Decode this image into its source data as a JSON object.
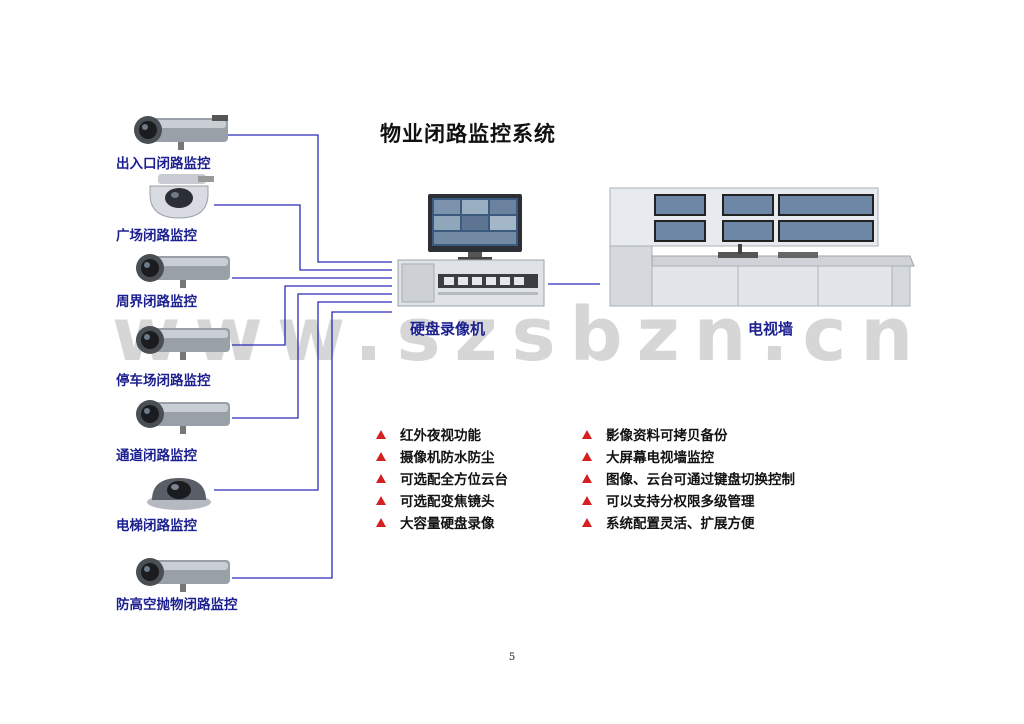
{
  "title": "物业闭路监控系统",
  "watermark": "www.szsbzn.cn",
  "cameras": [
    {
      "label": "出入口闭路监控",
      "icon": "bullet-camera-icon"
    },
    {
      "label": "广场闭路监控",
      "icon": "dome-camera-icon"
    },
    {
      "label": "周界闭路监控",
      "icon": "bullet-camera-icon"
    },
    {
      "label": "停车场闭路监控",
      "icon": "bullet-camera-icon"
    },
    {
      "label": "通道闭路监控",
      "icon": "bullet-camera-icon"
    },
    {
      "label": "电梯闭路监控",
      "icon": "mini-dome-camera-icon"
    },
    {
      "label": "防高空抛物闭路监控",
      "icon": "bullet-camera-icon"
    }
  ],
  "recorder": {
    "label": "硬盘录像机",
    "icon": "dvr-recorder-icon"
  },
  "video_wall": {
    "label": "电视墙",
    "icon": "video-wall-console-icon"
  },
  "features_left": [
    "红外夜视功能",
    "摄像机防水防尘",
    "可选配全方位云台",
    "可选配变焦镜头",
    "大容量硬盘录像"
  ],
  "features_right": [
    "影像资料可拷贝备份",
    "大屏幕电视墙监控",
    "图像、云台可通过键盘切换控制",
    "可以支持分权限多级管理",
    "系统配置灵活、扩展方便"
  ],
  "page_number": "5",
  "colors": {
    "label": "#1b1f8f",
    "wire": "#2a2ab8",
    "bullet": "#d42020"
  }
}
